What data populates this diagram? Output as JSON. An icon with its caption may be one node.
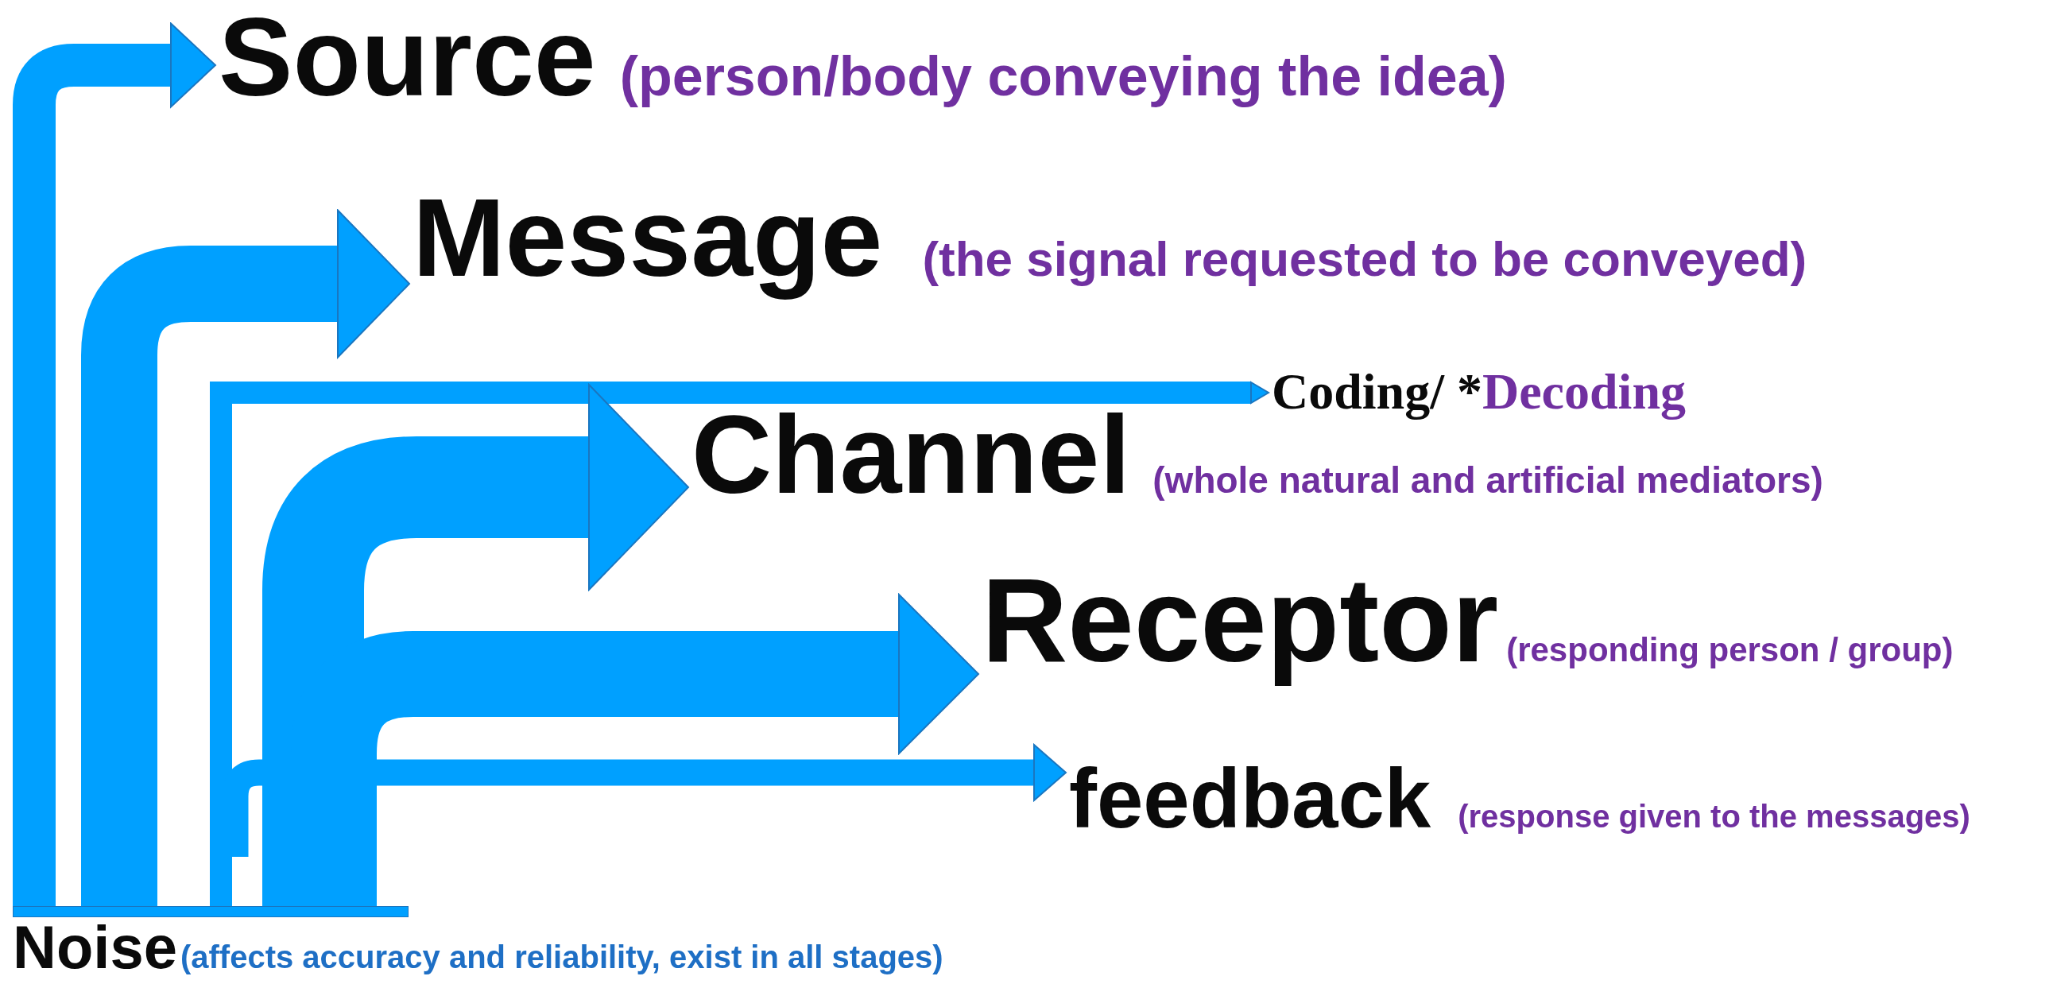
{
  "diagram": {
    "nodes": [
      {
        "text": [
          "Source",
          "(person/body conveying the idea)"
        ]
      },
      {
        "text": [
          "Message",
          "(the signal requested to be conveyed)"
        ]
      },
      {
        "text": [
          "Coding/ *",
          "Decoding"
        ]
      },
      {
        "text": [
          "Channel",
          "(whole natural and artificial mediators)"
        ]
      },
      {
        "text": [
          "Receptor",
          "(responding person / group)"
        ]
      },
      {
        "text": [
          "feedback",
          "(response given to the messages)"
        ]
      },
      {
        "text": [
          "Noise",
          "(affects accuracy and reliability, exist in all stages)"
        ]
      }
    ],
    "edges": [
      {
        "from": 6,
        "to": 0,
        "arrow": "to"
      },
      {
        "from": 6,
        "to": 1,
        "arrow": "to"
      },
      {
        "from": 6,
        "to": 2,
        "arrow": "to"
      },
      {
        "from": 6,
        "to": 3,
        "arrow": "to",
        "style": "thick"
      },
      {
        "from": 6,
        "to": 4,
        "arrow": "to",
        "style": "thick"
      },
      {
        "from": null,
        "to": 5,
        "arrow": "to"
      }
    ]
  }
}
